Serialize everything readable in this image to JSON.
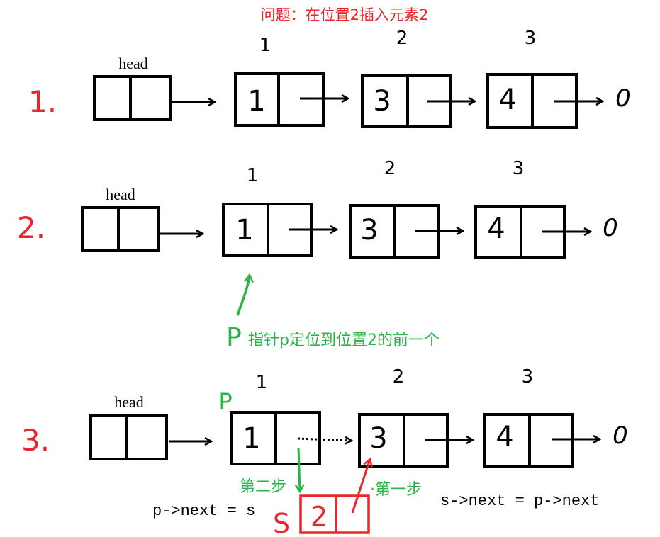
{
  "title": "问题：在位置2插入元素2",
  "head_label": "head",
  "terminator": "0",
  "steps": [
    {
      "marker": "1.",
      "positions": [
        "1",
        "2",
        "3"
      ],
      "node_values": [
        "1",
        "3",
        "4"
      ]
    },
    {
      "marker": "2.",
      "positions": [
        "1",
        "2",
        "3"
      ],
      "node_values": [
        "1",
        "3",
        "4"
      ],
      "pointer_label": "P",
      "pointer_caption": "指针p定位到位置2的前一个"
    },
    {
      "marker": "3.",
      "positions": [
        "1",
        "2",
        "3"
      ],
      "node_values": [
        "1",
        "3",
        "4"
      ],
      "pointer_label": "P",
      "new_node_label": "S",
      "new_node_value": "2",
      "step_one_label": "·第一步",
      "step_two_label": "第二步",
      "code_left": "p->next = s",
      "code_right": "s->next = p->next"
    }
  ],
  "colors": {
    "ink": "#000000",
    "title": "#e8262b",
    "markers": "#e8262b",
    "pointer": "#2bb34a",
    "new_node": "#e8262b",
    "step_two": "#2bb34a",
    "step_one": "#e8262b"
  }
}
